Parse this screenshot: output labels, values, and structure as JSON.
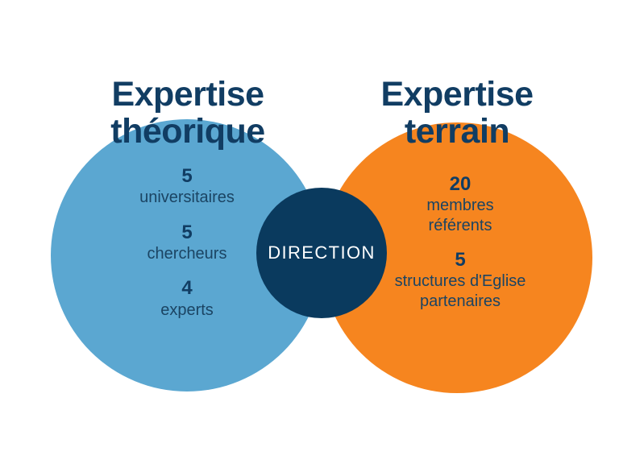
{
  "diagram": {
    "type": "venn-two-circle",
    "background_color": "#ffffff",
    "left": {
      "title_line1": "Expertise",
      "title_line2": "théorique",
      "color": "#5ba7d1",
      "title_color": "#113d63",
      "stats": [
        {
          "number": "5",
          "label_lines": [
            "universitaires"
          ]
        },
        {
          "number": "5",
          "label_lines": [
            "chercheurs"
          ]
        },
        {
          "number": "4",
          "label_lines": [
            "experts"
          ]
        }
      ]
    },
    "right": {
      "title_line1": "Expertise",
      "title_line2": "terrain",
      "color": "#f6851f",
      "title_color": "#113d63",
      "stats": [
        {
          "number": "20",
          "label_lines": [
            "membres",
            "référents"
          ]
        },
        {
          "number": "5",
          "label_lines": [
            "structures d'Eglise",
            "partenaires"
          ]
        }
      ]
    },
    "center": {
      "label": "DIRECTION",
      "color": "#0a3a5e",
      "text_color": "#ffffff"
    }
  }
}
